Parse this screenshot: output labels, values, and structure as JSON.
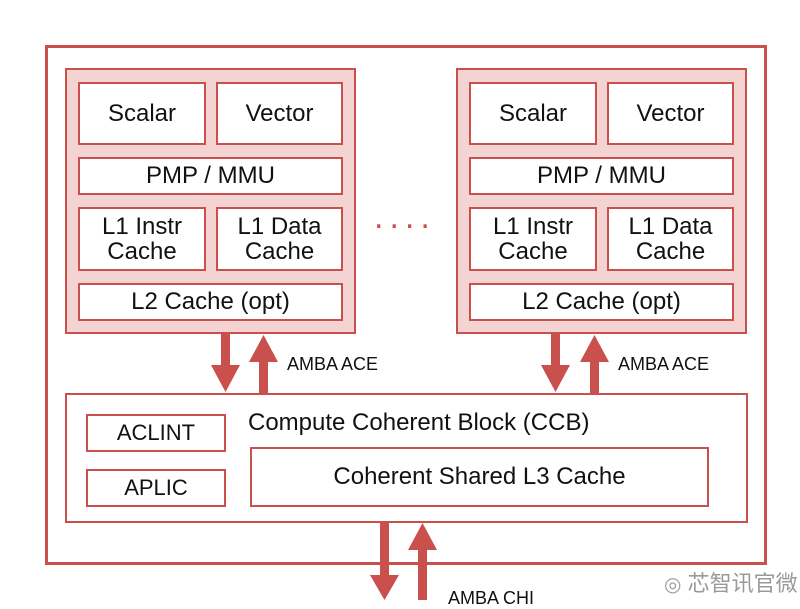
{
  "core": {
    "scalar": "Scalar",
    "vector": "Vector",
    "pmp_mmu": "PMP / MMU",
    "l1_instr": "L1 Instr\nCache",
    "l1_data": "L1 Data\nCache",
    "l2": "L2 Cache (opt)"
  },
  "ellipsis": "....",
  "bus_top": "AMBA ACE",
  "ccb": {
    "title": "Compute Coherent Block (CCB)",
    "aclint": "ACLINT",
    "aplic": "APLIC",
    "l3": "Coherent Shared L3 Cache"
  },
  "bus_bottom": "AMBA CHI",
  "watermark": "芯智讯官微",
  "colors": {
    "accent": "#c9504d",
    "core_fill": "#f3d4d2"
  }
}
